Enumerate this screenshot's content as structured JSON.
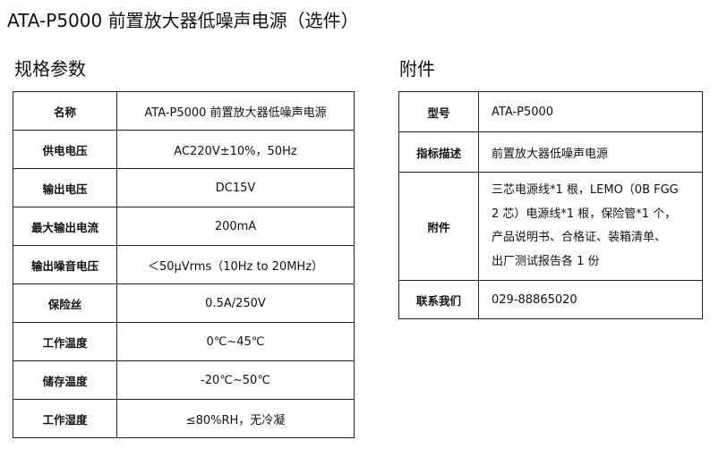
{
  "title": "ATA-P5000 前置放大器低噪声电源（选件）",
  "spec": {
    "heading": "规格参数",
    "rows": [
      {
        "label": "名称",
        "value": "ATA-P5000 前置放大器低噪声电源"
      },
      {
        "label": "供电电压",
        "value": "AC220V±10%，50Hz"
      },
      {
        "label": "输出电压",
        "value": "DC15V"
      },
      {
        "label": "最大输出电流",
        "value": "200mA"
      },
      {
        "label": "输出噪音电压",
        "value": "＜50μVrms（10Hz to 20MHz）"
      },
      {
        "label": "保险丝",
        "value": "0.5A/250V"
      },
      {
        "label": "工作温度",
        "value": "0℃~45℃"
      },
      {
        "label": "储存温度",
        "value": "-20℃~50℃"
      },
      {
        "label": "工作湿度",
        "value": "≤80%RH，无冷凝"
      }
    ]
  },
  "accessories": {
    "heading": "附件",
    "rows": [
      {
        "label": "型号",
        "value": "ATA-P5000"
      },
      {
        "label": "指标描述",
        "value": "前置放大器低噪声电源"
      },
      {
        "label": "附件",
        "lines": [
          "三芯电源线*1 根，LEMO（0B FGG",
          "2 芯）电源线*1 根，保险管*1 个，",
          "产品说明书、合格证、装箱清单、",
          "出厂测试报告各 1 份"
        ]
      },
      {
        "label": "联系我们",
        "value": "029-88865020"
      }
    ]
  }
}
